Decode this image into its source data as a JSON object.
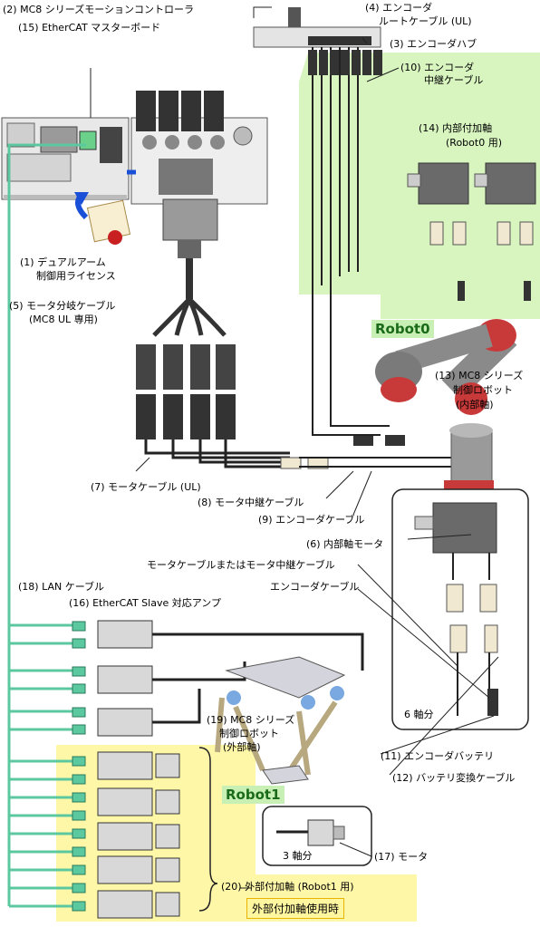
{
  "labels": {
    "l2": "(2) MC8 シリーズモーションコントローラ",
    "l15": "(15) EtherCAT マスターボード",
    "l4a": "(4) エンコーダ",
    "l4b": "ルートケーブル (UL)",
    "l3": "(3) エンコーダハブ",
    "l10a": "(10) エンコーダ",
    "l10b": "中継ケーブル",
    "l14a": "(14) 内部付加軸",
    "l14b": "(Robot0 用)",
    "l1a": "(1) デュアルアーム",
    "l1b": "制御用ライセンス",
    "l5a": "(5) モータ分岐ケーブル",
    "l5b": "(MC8 UL 専用)",
    "l13a": "(13) MC8 シリーズ",
    "l13b": "制御ロボット",
    "l13c": "(内部軸)",
    "l7": "(7) モータケーブル (UL)",
    "l8": "(8) モータ中継ケーブル",
    "l9": "(9) エンコーダケーブル",
    "l6": "(6) 内部軸モータ",
    "lmc": "モータケーブルまたはモータ中継ケーブル",
    "l18": "(18) LAN ケーブル",
    "lec": "エンコーダケーブル",
    "l16": "(16) EtherCAT Slave 対応アンプ",
    "l19a": "(19) MC8 シリーズ",
    "l19b": "制御ロボット",
    "l19c": "(外部軸)",
    "l6ax": "6 軸分",
    "l11": "(11) エンコーダバッテリ",
    "l12": "(12) バッテリ変換ケーブル",
    "l3ax": "3 軸分",
    "l17": "(17) モータ",
    "l20": "(20) 外部付加軸 (Robot1 用)",
    "ext_use": "外部付加軸使用時",
    "robot0": "Robot0",
    "robot1": "Robot1"
  },
  "colors": {
    "green_area": "#d8f5c0",
    "yellow_area": "#fff7a8",
    "lan_cable": "#5cc8a0",
    "robot_red": "#c83a3a",
    "robot_gray": "#8a8a8a",
    "blue_arrow": "#1a4fd8"
  }
}
